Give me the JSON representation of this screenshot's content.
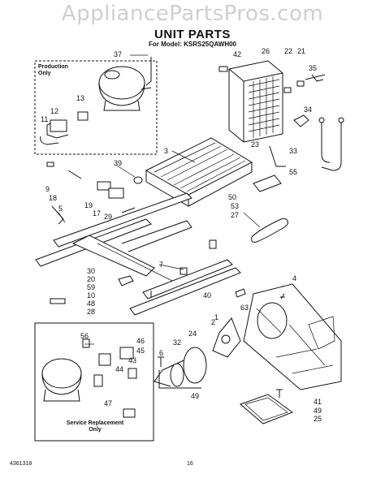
{
  "watermark": "AppliancePartsPros.com",
  "title": "UNIT PARTS",
  "model_line": "For Model: KSRS25QAWH00",
  "production_box_label": [
    "Production",
    "Only"
  ],
  "service_box_label": [
    "Service Replacement",
    "Only"
  ],
  "footer": {
    "left": "4361318",
    "center": "16"
  },
  "callouts": [
    "37",
    "42",
    "26",
    "22",
    "21",
    "35",
    "13",
    "12",
    "11",
    "3",
    "34",
    "39",
    "23",
    "33",
    "9",
    "18",
    "19",
    "17",
    "29",
    "55",
    "5",
    "50",
    "53",
    "27",
    "7",
    "30",
    "20",
    "59",
    "10",
    "40",
    "63",
    "48",
    "28",
    "4",
    "1",
    "56",
    "32",
    "24",
    "2",
    "6",
    "46",
    "45",
    "43",
    "44",
    "47",
    "49",
    "41",
    "25"
  ]
}
